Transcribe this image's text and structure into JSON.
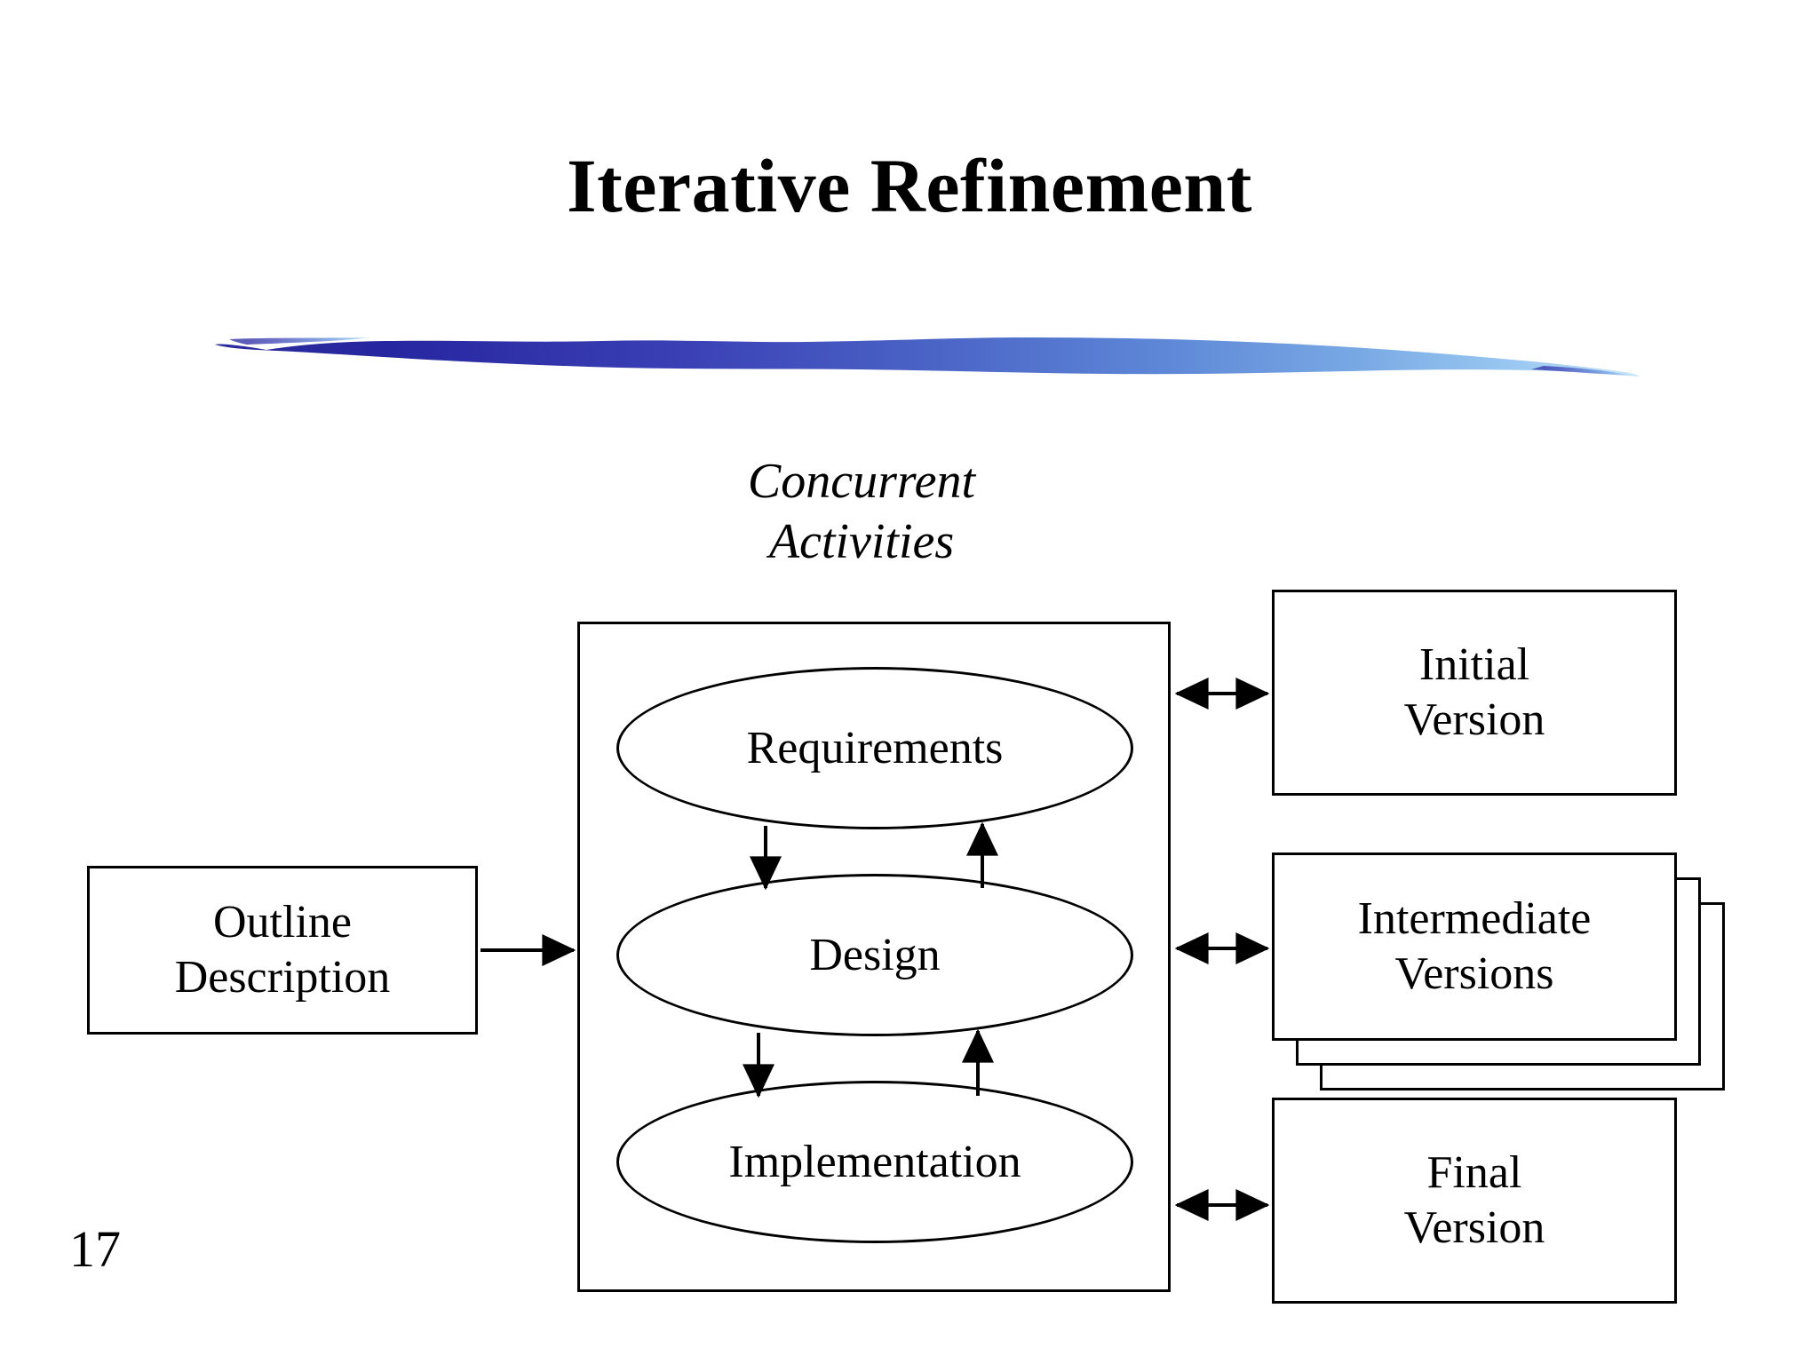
{
  "slide": {
    "title": "Iterative Refinement",
    "page_number": "17",
    "background_color": "#ffffff",
    "text_color": "#000000"
  },
  "decoration": {
    "brush_stroke": {
      "name": "blue-brush-stroke",
      "gradient_start": "#2a2a9e",
      "gradient_mid": "#4a6fd0",
      "gradient_end": "#a8d2f0"
    }
  },
  "caption": {
    "line1": "Concurrent",
    "line2": "Activities"
  },
  "diagram": {
    "input_box": {
      "line1": "Outline",
      "line2": "Description"
    },
    "activities": [
      {
        "label": "Requirements"
      },
      {
        "label": "Design"
      },
      {
        "label": "Implementation"
      }
    ],
    "outputs": [
      {
        "line1": "Initial",
        "line2": "Version",
        "stacked": false
      },
      {
        "line1": "Intermediate",
        "line2": "Versions",
        "stacked": true
      },
      {
        "line1": "Final",
        "line2": "Version",
        "stacked": false
      }
    ]
  }
}
